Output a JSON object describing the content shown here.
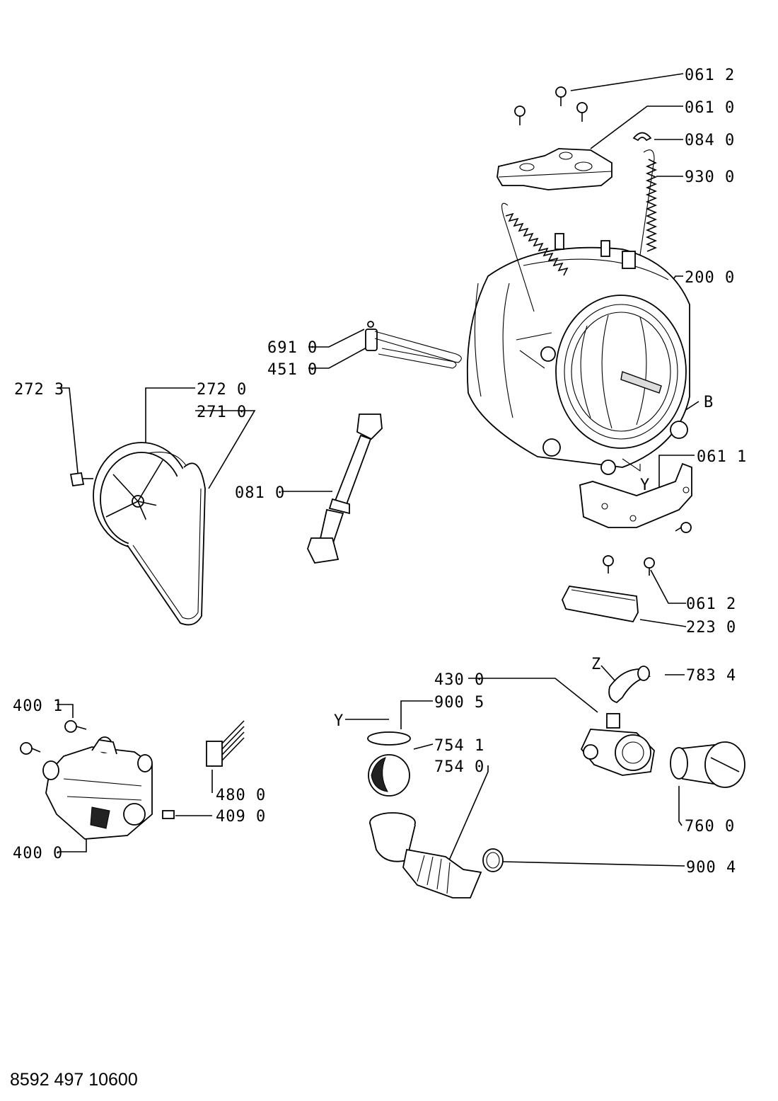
{
  "document_number": "8592 497 10600",
  "part_labels": {
    "p0612_top": "061 2",
    "p0610": "061 0",
    "p0840": "084 0",
    "p9300": "930 0",
    "p2000": "200 0",
    "p6910": "691 0",
    "p4510": "451 0",
    "p2723": "272 3",
    "p2720": "272 0",
    "p2710": "271 0",
    "p0810": "081 0",
    "p0611": "061 1",
    "p0612_bottom": "061 2",
    "p2230": "223 0",
    "p7834": "783 4",
    "p4300": "430 0",
    "p9005": "900 5",
    "p7541": "754 1",
    "p7540": "754 0",
    "p4001": "400 1",
    "p4800": "480 0",
    "p4090": "409 0",
    "p4000": "400 0",
    "p7600": "760 0",
    "p9004": "900 4"
  },
  "markers": {
    "b": "B",
    "y_tub": "Y",
    "y_sump": "Y",
    "z": "Z"
  }
}
